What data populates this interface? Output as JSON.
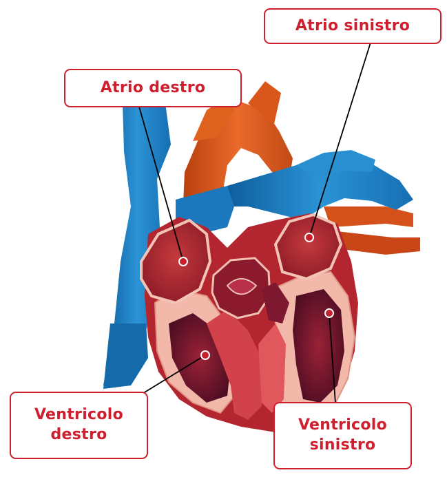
{
  "labels": {
    "atrio_sinistro": "Atrio sinistro",
    "atrio_destro": "Atrio destro",
    "ventricolo_destro": [
      "Ventricolo",
      "destro"
    ],
    "ventricolo_sinistro": [
      "Ventricolo",
      "sinistro"
    ]
  },
  "colors": {
    "label_red": "#cf1f2e",
    "vein_blue": "#1f80c4",
    "aorta_orange": "#d8501c",
    "muscle_dark_red": "#a2232c",
    "muscle_pink": "#f0b4a8",
    "chamber_deep": "#5e0f2a"
  }
}
